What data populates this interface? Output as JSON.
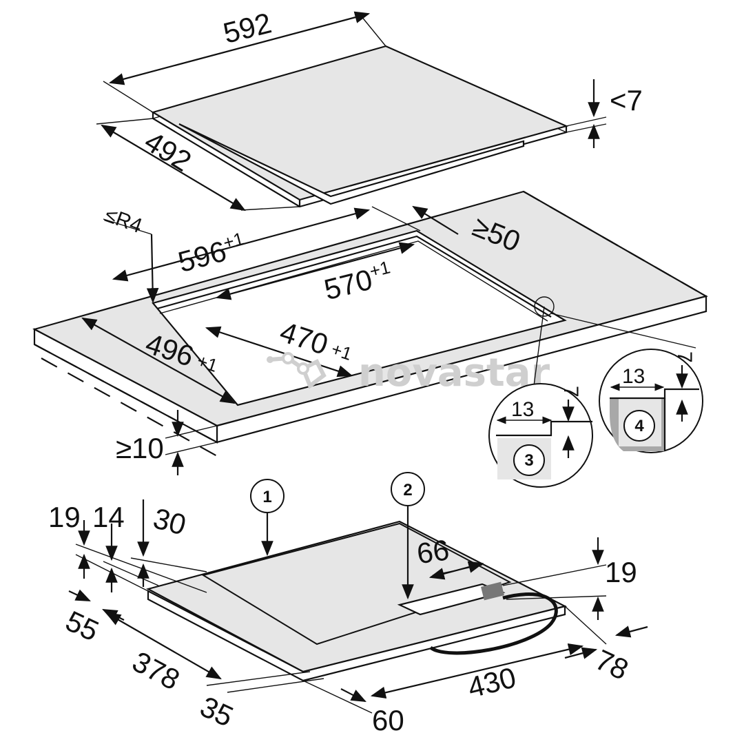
{
  "watermark": "novastar",
  "hob_top": {
    "width": "592",
    "depth": "492",
    "thickness": "<7"
  },
  "countertop": {
    "radius": "≤R4",
    "outer_width": "596",
    "outer_width_tol": "+1",
    "back_clearance": "≥50",
    "inner_width": "570",
    "inner_width_tol": "+1",
    "inner_depth": "470",
    "inner_depth_tol": "+1",
    "outer_depth": "496",
    "outer_depth_tol": "+1",
    "min_thickness": "≥10"
  },
  "details": [
    {
      "number": "3",
      "width": "13",
      "depth": "7"
    },
    {
      "number": "4",
      "width": "13",
      "depth": "7"
    }
  ],
  "hob_bottom": {
    "callouts": [
      "1",
      "2"
    ],
    "dims": {
      "left_19": "19",
      "left_14": "14",
      "left_30": "30",
      "box_66": "66",
      "right_19": "19",
      "d55": "55",
      "d378": "378",
      "d35": "35",
      "d60": "60",
      "d430": "430",
      "d78": "78"
    }
  }
}
